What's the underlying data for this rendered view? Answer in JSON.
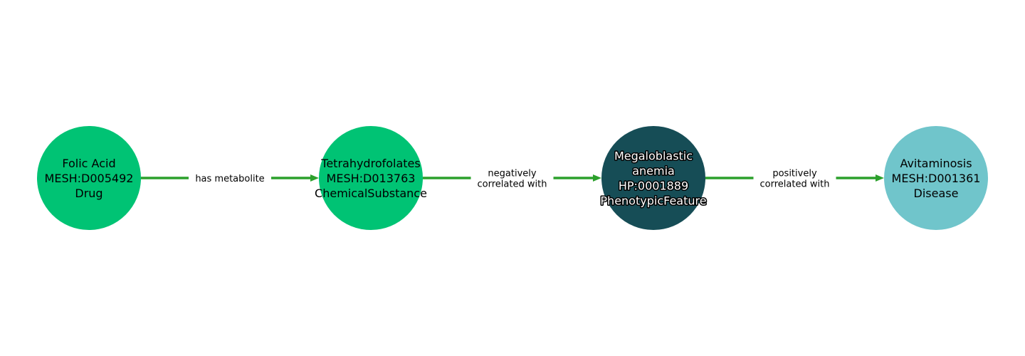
{
  "colors": {
    "edge": "#2ca02c",
    "drug": "#00c374",
    "chemical": "#00c374",
    "phenotype": "#164d56",
    "disease": "#70c5cb"
  },
  "nodes": [
    {
      "lines": [
        "Folic Acid",
        "MESH:D005492",
        "Drug"
      ],
      "color": "#00c374",
      "text_color": "#000000",
      "halo": false
    },
    {
      "lines": [
        "Tetrahydrofolates",
        "MESH:D013763",
        "ChemicalSubstance"
      ],
      "color": "#00c374",
      "text_color": "#000000",
      "halo": false
    },
    {
      "lines": [
        "Megaloblastic",
        "anemia",
        "HP:0001889",
        "PhenotypicFeature"
      ],
      "color": "#164d56",
      "text_color": "#ffffff",
      "halo": true
    },
    {
      "lines": [
        "Avitaminosis",
        "MESH:D001361",
        "Disease"
      ],
      "color": "#70c5cb",
      "text_color": "#000000",
      "halo": false
    }
  ],
  "edges": [
    {
      "from": 0,
      "to": 1,
      "lines": [
        "has metabolite"
      ]
    },
    {
      "from": 1,
      "to": 2,
      "lines": [
        "negatively",
        "correlated with"
      ]
    },
    {
      "from": 2,
      "to": 3,
      "lines": [
        "positively",
        "correlated with"
      ]
    }
  ]
}
